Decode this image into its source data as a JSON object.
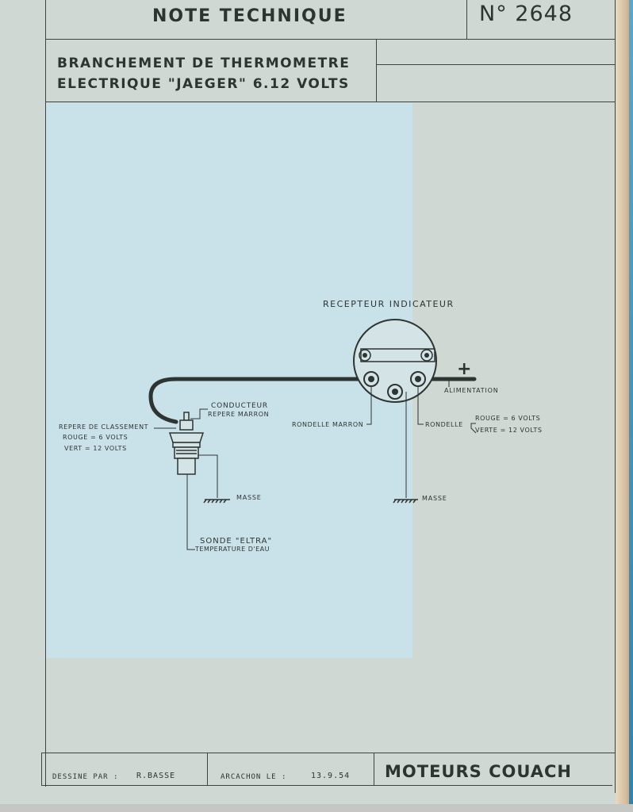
{
  "header": {
    "title": "NOTE TECHNIQUE",
    "number": "N° 2648",
    "subject_line1": "BRANCHEMENT DE THERMOMETRE",
    "subject_line2": "ELECTRIQUE \"JAEGER\" 6.12 VOLTS"
  },
  "diagram": {
    "receiver_title": "RECEPTEUR INDICATEUR",
    "plus_sign": "+",
    "supply_label": "ALIMENTATION",
    "conductor_line1": "CONDUCTEUR",
    "conductor_line2": "REPERE MARRON",
    "class_mark_line1": "REPERE DE CLASSEMENT",
    "class_mark_line2": "ROUGE = 6 VOLTS",
    "class_mark_line3": "VERT = 12 VOLTS",
    "washer_brown": "RONDELLE MARRON",
    "washer": "RONDELLE",
    "washer_red": "ROUGE = 6 VOLTS",
    "washer_green": "VERTE = 12 VOLTS",
    "ground_left": "MASSE",
    "ground_right": "MASSE",
    "probe_line1": "SONDE \"ELTRA\"",
    "probe_line2": "TEMPERATURE D'EAU"
  },
  "footer": {
    "drawn_by_label": "DESSINE PAR :",
    "drawn_by_value": "R.BASSE",
    "place_date_label": "ARCACHON LE :",
    "date_value": "13.9.54",
    "company": "MOTEURS COUACH"
  }
}
